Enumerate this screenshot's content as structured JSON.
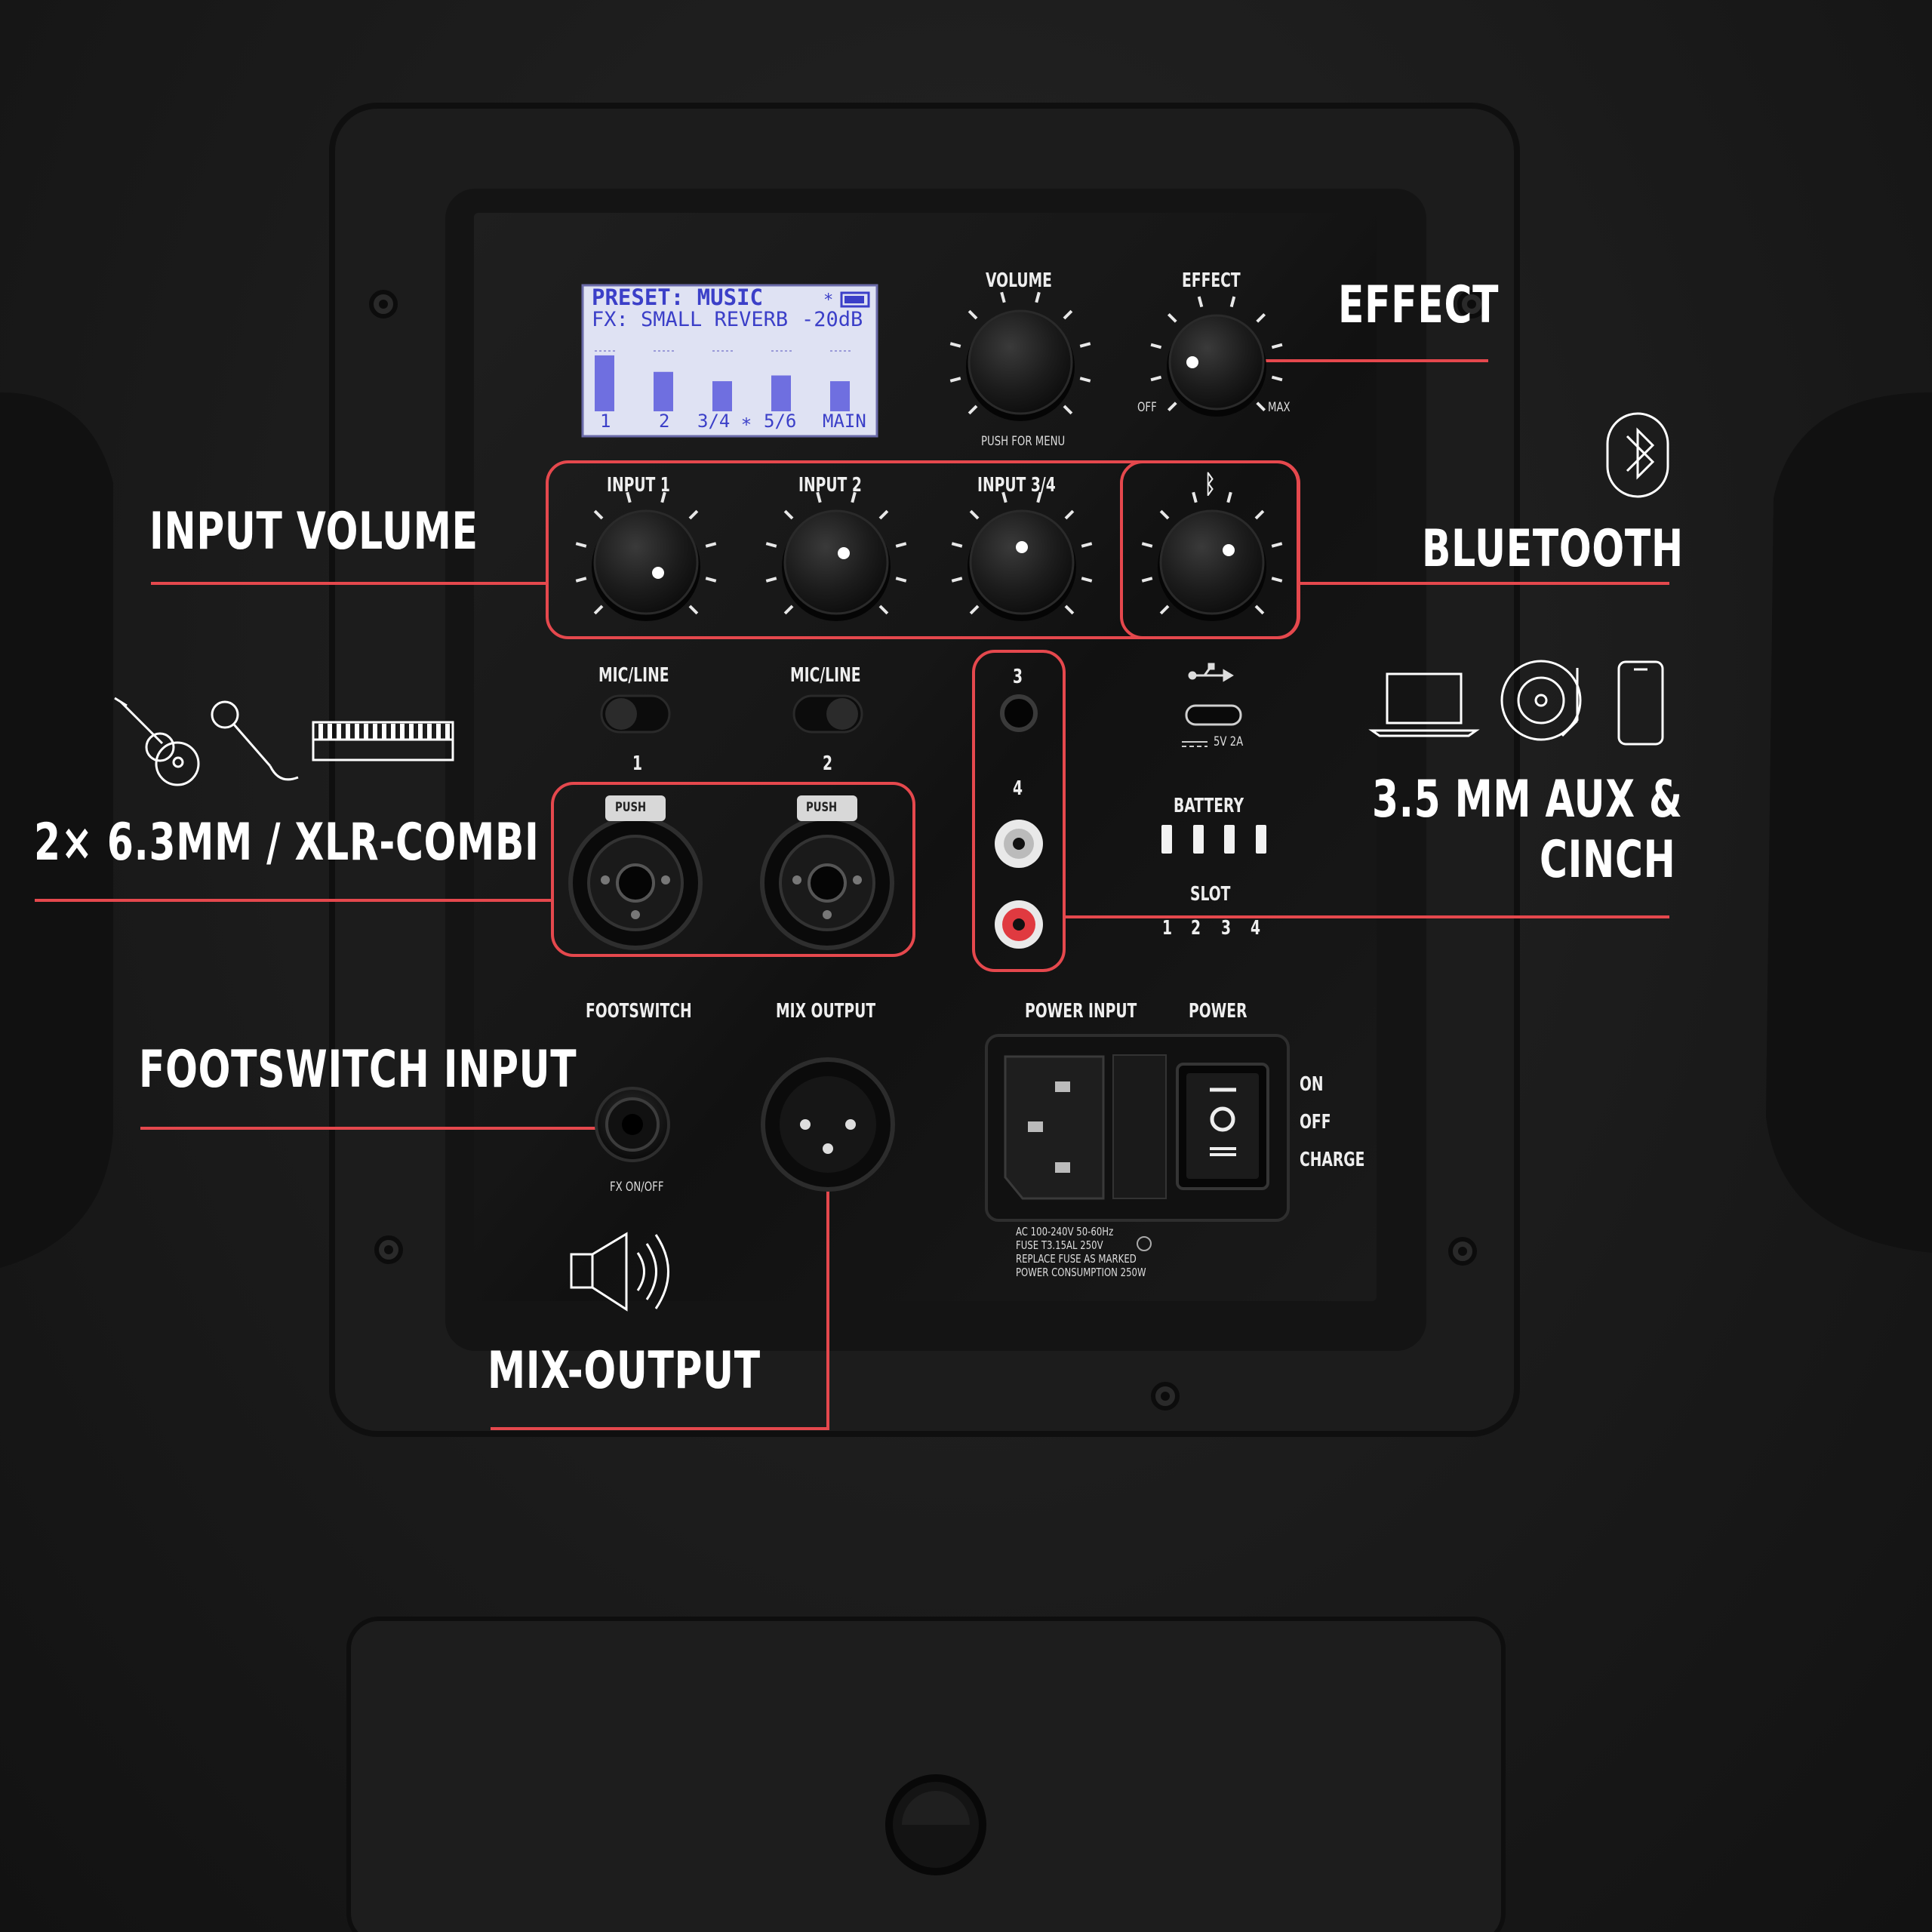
{
  "callouts": {
    "effect": "EFFECT",
    "input_volume": "INPUT VOLUME",
    "bluetooth": "BLUETOOTH",
    "combi": "2× 6.3MM / XLR-COMBI",
    "aux_line1": "3.5 MM AUX &",
    "aux_line2": "CINCH",
    "footswitch": "FOOTSWITCH INPUT",
    "mix_output": "MIX-OUTPUT"
  },
  "lcd": {
    "preset": "PRESET: MUSIC",
    "fx": "FX: SMALL REVERB",
    "level": "-20dB",
    "channels": [
      "1",
      "2",
      "3/4 ∗",
      "5/6",
      "MAIN"
    ],
    "bar_levels": [
      0.78,
      0.55,
      0.42,
      0.5,
      0.42
    ]
  },
  "panel": {
    "volume": "VOLUME",
    "push_for_menu": "PUSH FOR MENU",
    "effect": "EFFECT",
    "off": "OFF",
    "max": "MAX",
    "input1": "INPUT 1",
    "input2": "INPUT 2",
    "input34": "INPUT 3/4",
    "bt_symbol": "ᛒ",
    "mic_line_1": "MIC/LINE",
    "mic_line_2": "MIC/LINE",
    "ch1": "1",
    "ch2": "2",
    "push": "PUSH",
    "in3": "3",
    "in4": "4",
    "usb_rating": "5V 2A",
    "battery": "BATTERY",
    "slot": "SLOT",
    "slots": [
      "1",
      "2",
      "3",
      "4"
    ],
    "footswitch": "FOOTSWITCH",
    "fx_onoff": "FX ON/OFF",
    "mix_output": "MIX OUTPUT",
    "power_input": "POWER INPUT",
    "power": "POWER",
    "on": "ON",
    "off_sw": "OFF",
    "charge": "CHARGE",
    "rating1": "AC 100-240V 50-60Hz",
    "rating2": "FUSE T3.15AL 250V",
    "rating3": "REPLACE FUSE AS MARKED",
    "rating4": "POWER CONSUMPTION 250W"
  },
  "colors": {
    "accent": "#e5484d",
    "lcd_bg": "#dfe2f3",
    "lcd_text": "#3b3fc8",
    "lcd_bar": "#6f6fe0"
  },
  "icons": [
    "bluetooth-icon",
    "guitar-icon",
    "microphone-icon",
    "keyboard-icon",
    "laptop-icon",
    "turntable-icon",
    "smartphone-icon",
    "speaker-icon",
    "usb-icon"
  ]
}
